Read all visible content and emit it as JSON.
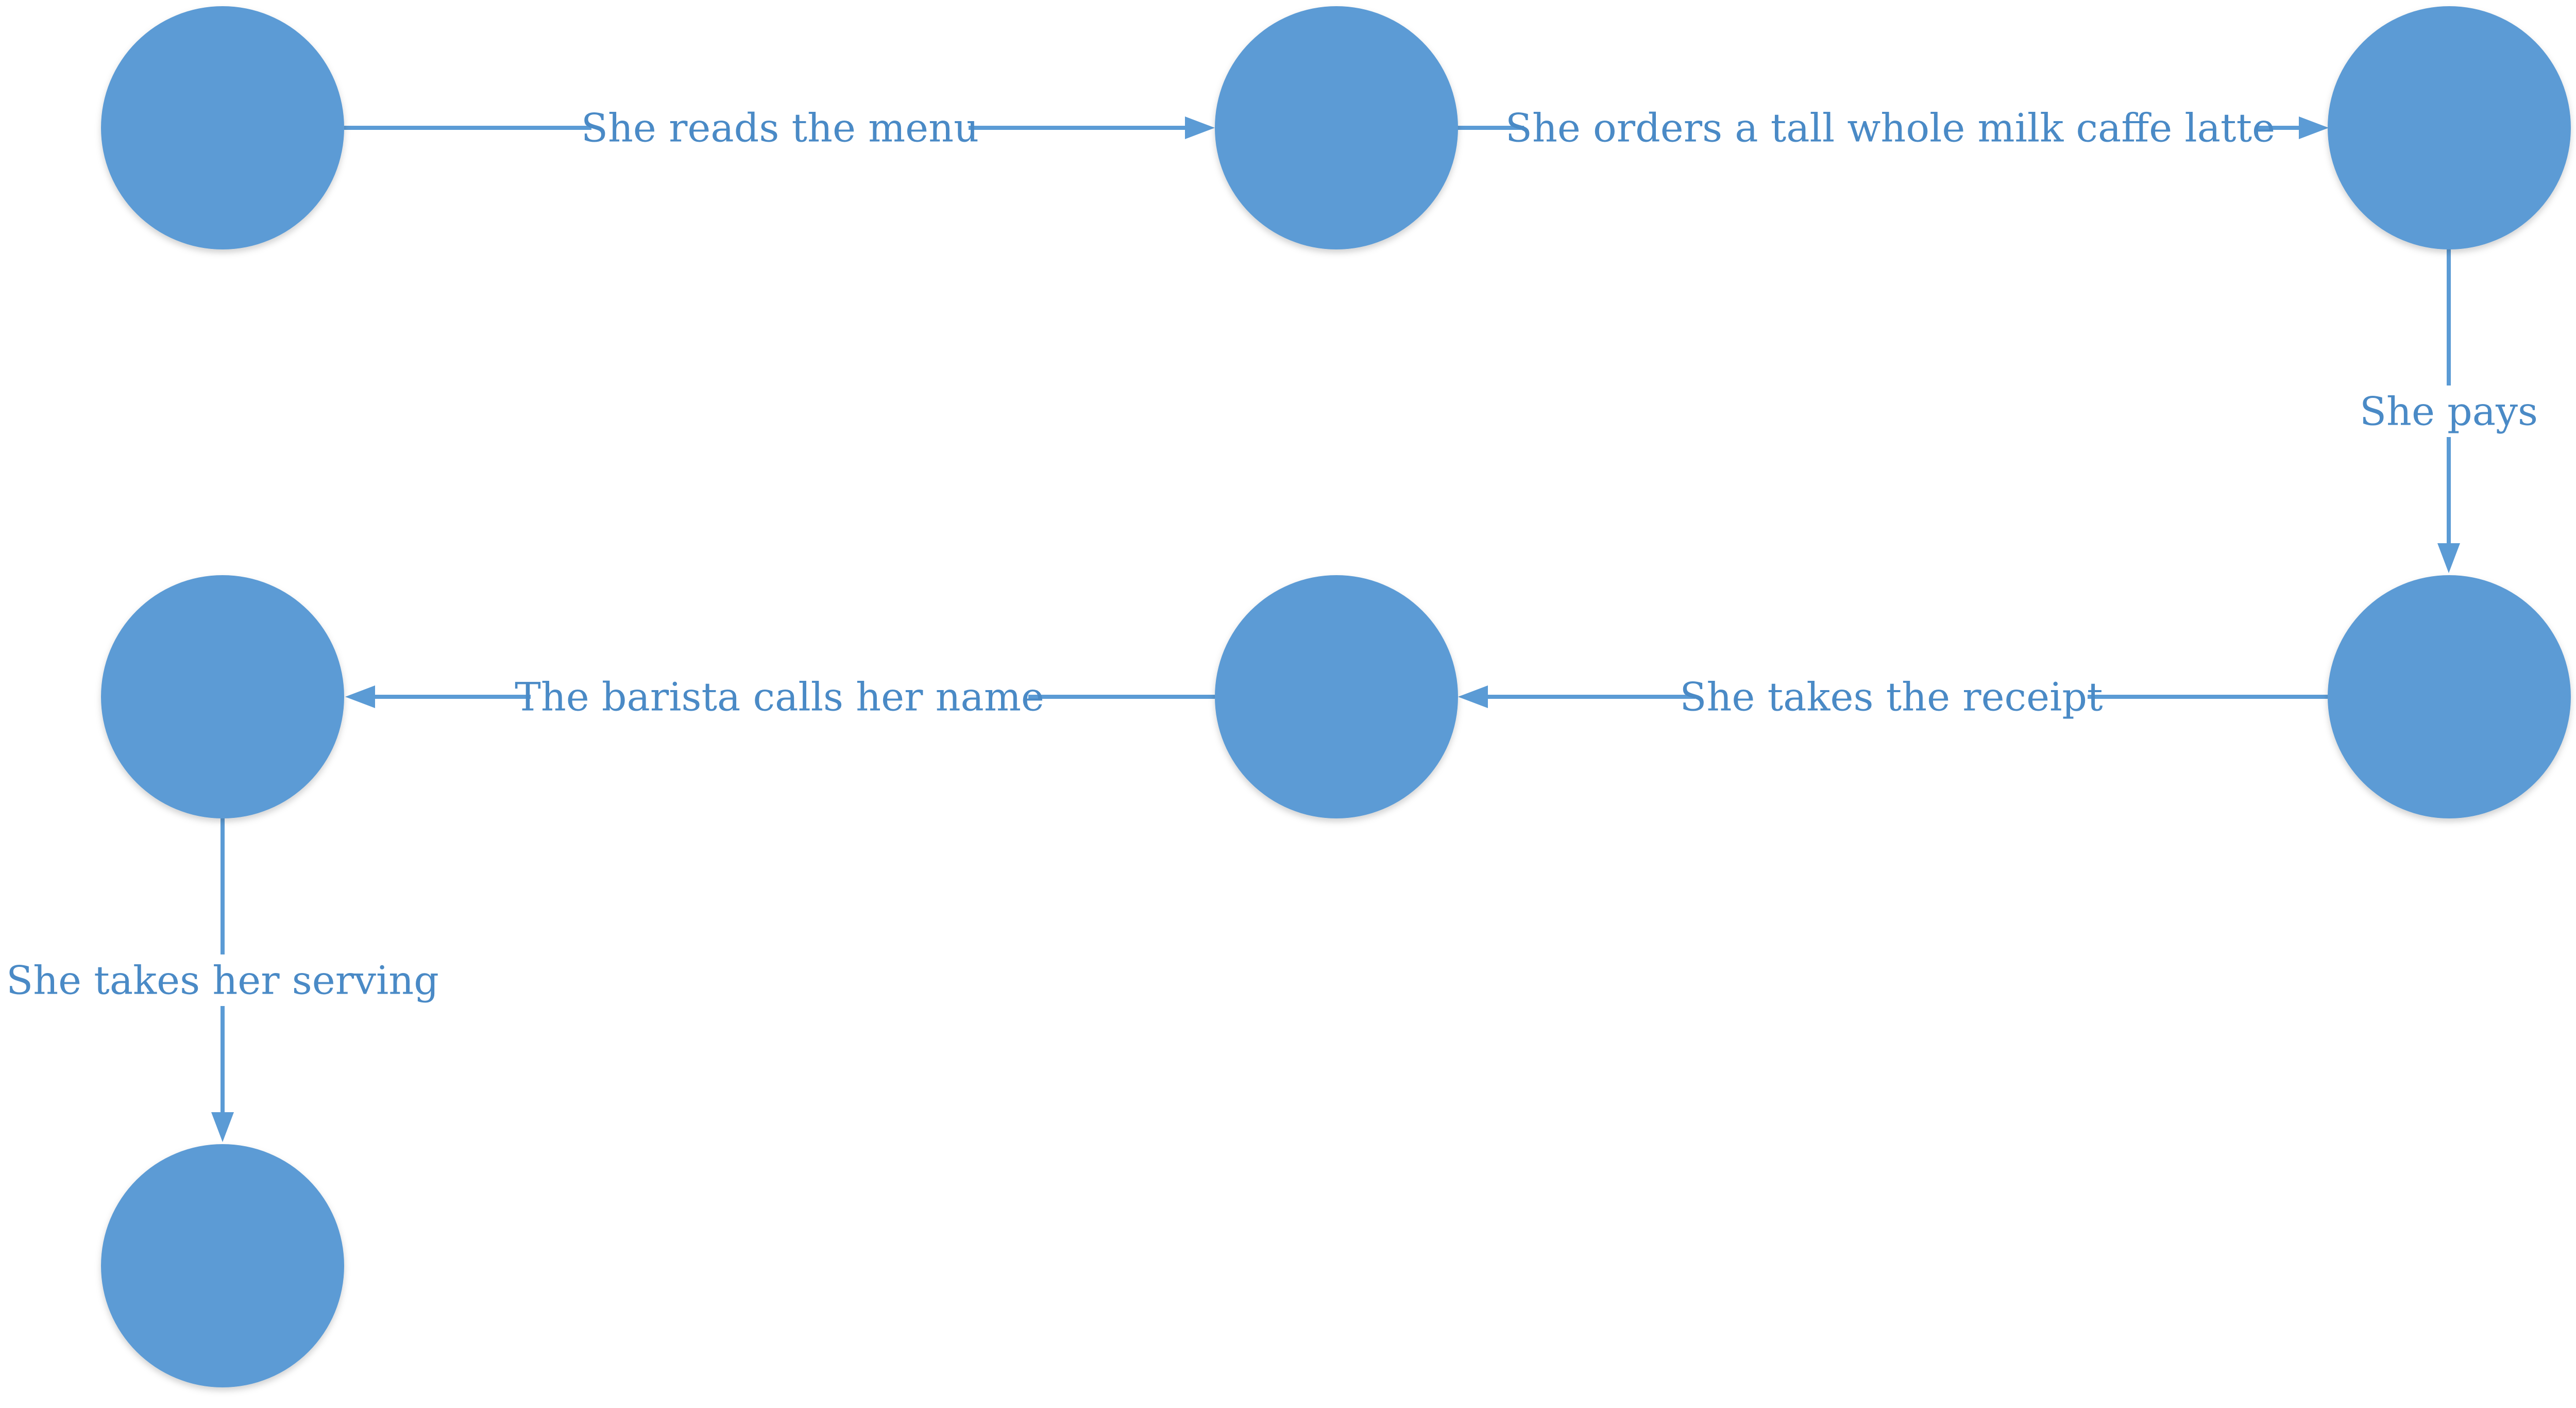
{
  "diagram": {
    "accent_color": "#5b9bd5",
    "label_color": "#4a8ac6",
    "nodes": [
      {
        "id": "n1",
        "shape": "circle"
      },
      {
        "id": "n2",
        "shape": "circle"
      },
      {
        "id": "n3",
        "shape": "circle"
      },
      {
        "id": "n4",
        "shape": "circle"
      },
      {
        "id": "n5",
        "shape": "circle"
      },
      {
        "id": "n6",
        "shape": "circle"
      },
      {
        "id": "n7",
        "shape": "circle"
      }
    ],
    "edges": [
      {
        "from": "n1",
        "to": "n2",
        "label": "She reads the menu"
      },
      {
        "from": "n2",
        "to": "n3",
        "label": "She orders a tall whole milk caffe latte"
      },
      {
        "from": "n3",
        "to": "n4",
        "label": "She pays"
      },
      {
        "from": "n4",
        "to": "n5",
        "label": "She takes the receipt"
      },
      {
        "from": "n5",
        "to": "n6",
        "label": "The barista calls her name"
      },
      {
        "from": "n6",
        "to": "n7",
        "label": "She takes her serving"
      }
    ]
  }
}
